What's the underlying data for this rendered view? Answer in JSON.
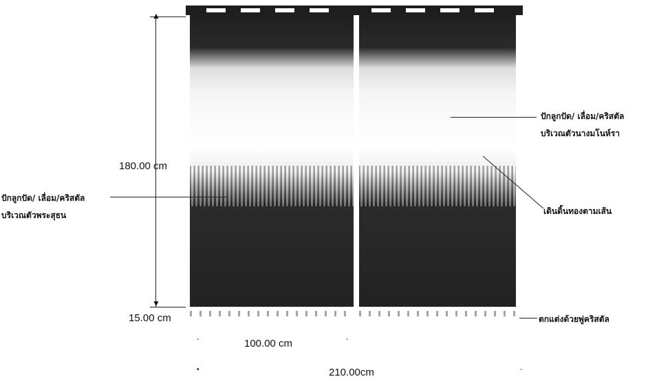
{
  "labels": {
    "height_main": "180.00 cm",
    "height_bottom": "15.00 cm",
    "width_panel": "100.00 cm",
    "width_total": "210.00cm"
  },
  "annotations": {
    "left_line1": "ปักลูกปัด/ เลื่อม/คริสตัล",
    "left_line2": "บริเวณตัวพระสุธน",
    "right_top_line1": "ปักลูกปัด/ เลื่อม/คริสตัล",
    "right_top_line2": "บริเวณตัวนางมโนห์รา",
    "right_mid": "เดินดิ้นทองตามเส้น",
    "right_bottom": "ตกแต่งด้วยพู่คริสตัล"
  },
  "colors": {
    "fabric_dark": "#222222",
    "fabric_light": "#ffffff"
  }
}
